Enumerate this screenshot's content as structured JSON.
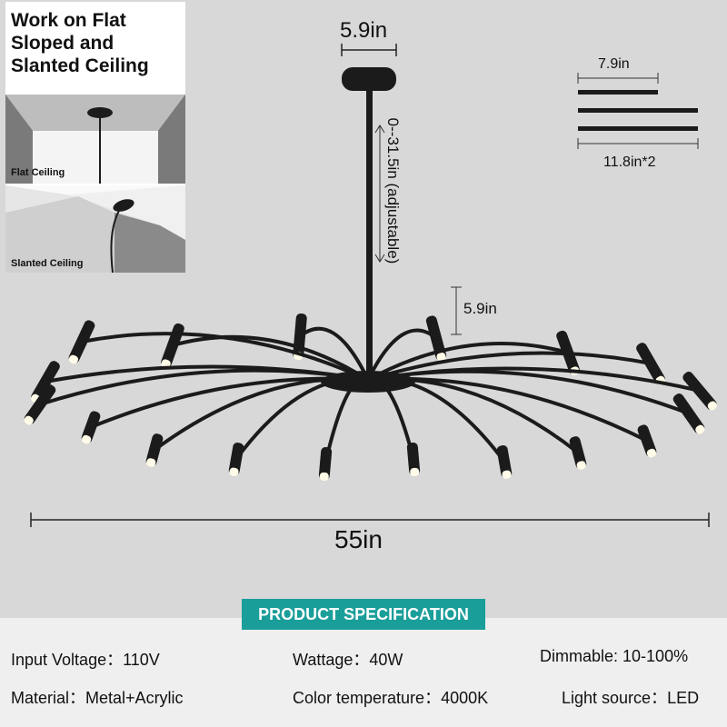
{
  "ceiling_panel": {
    "title": "Work on Flat\nSloped and\nSlanted Ceiling",
    "flat_label": "Flat Ceiling",
    "slanted_label": "Slanted Ceiling"
  },
  "dimensions": {
    "canopy_width": "5.9in",
    "rod_length": "0--31.5in (adjustable)",
    "arm_light_length": "5.9in",
    "short_rod": "7.9in",
    "long_rods": "11.8in*2",
    "overall_width": "55in"
  },
  "spec": {
    "header": "PRODUCT SPECIFICATION",
    "rows": [
      [
        {
          "label": "Input Voltage：",
          "value": "110V"
        },
        {
          "label": "Wattage：",
          "value": "40W"
        },
        {
          "label": "Dimmable: ",
          "value": "10-100%"
        }
      ],
      [
        {
          "label": "Material：",
          "value": "Metal+Acrylic"
        },
        {
          "label": "Color temperature：",
          "value": "4000K"
        },
        {
          "label": "Light source：",
          "value": "LED"
        }
      ]
    ]
  },
  "colors": {
    "accent": "#1a9e9a",
    "fixture": "#1b1b1b"
  }
}
